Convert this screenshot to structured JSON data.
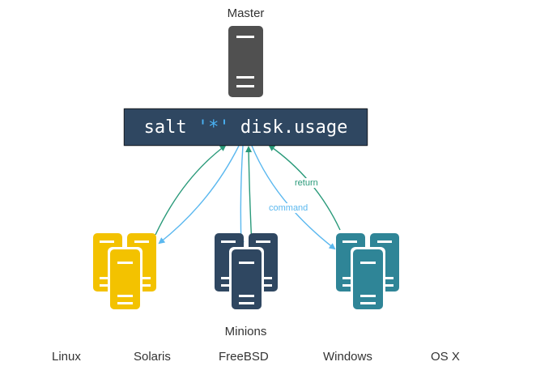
{
  "diagram": {
    "master": {
      "label": "Master",
      "color": "#505050"
    },
    "command": {
      "prefix": "salt ",
      "target": "'*'",
      "suffix": " disk.usage",
      "box_color": "#2f4761",
      "target_color": "#4ab3f5"
    },
    "flows": {
      "return_label": "return",
      "return_color": "#2a9a7a",
      "command_label": "command",
      "command_color": "#5bb8ef"
    },
    "minions": {
      "label": "Minions",
      "groups": [
        {
          "name": "linux-solaris-group",
          "color": "#f3c200"
        },
        {
          "name": "freebsd-group",
          "color": "#2f4761"
        },
        {
          "name": "windows-osx-group",
          "color": "#2f8597"
        }
      ],
      "os_labels": [
        "Linux",
        "Solaris",
        "FreeBSD",
        "Windows",
        "OS X"
      ]
    }
  }
}
